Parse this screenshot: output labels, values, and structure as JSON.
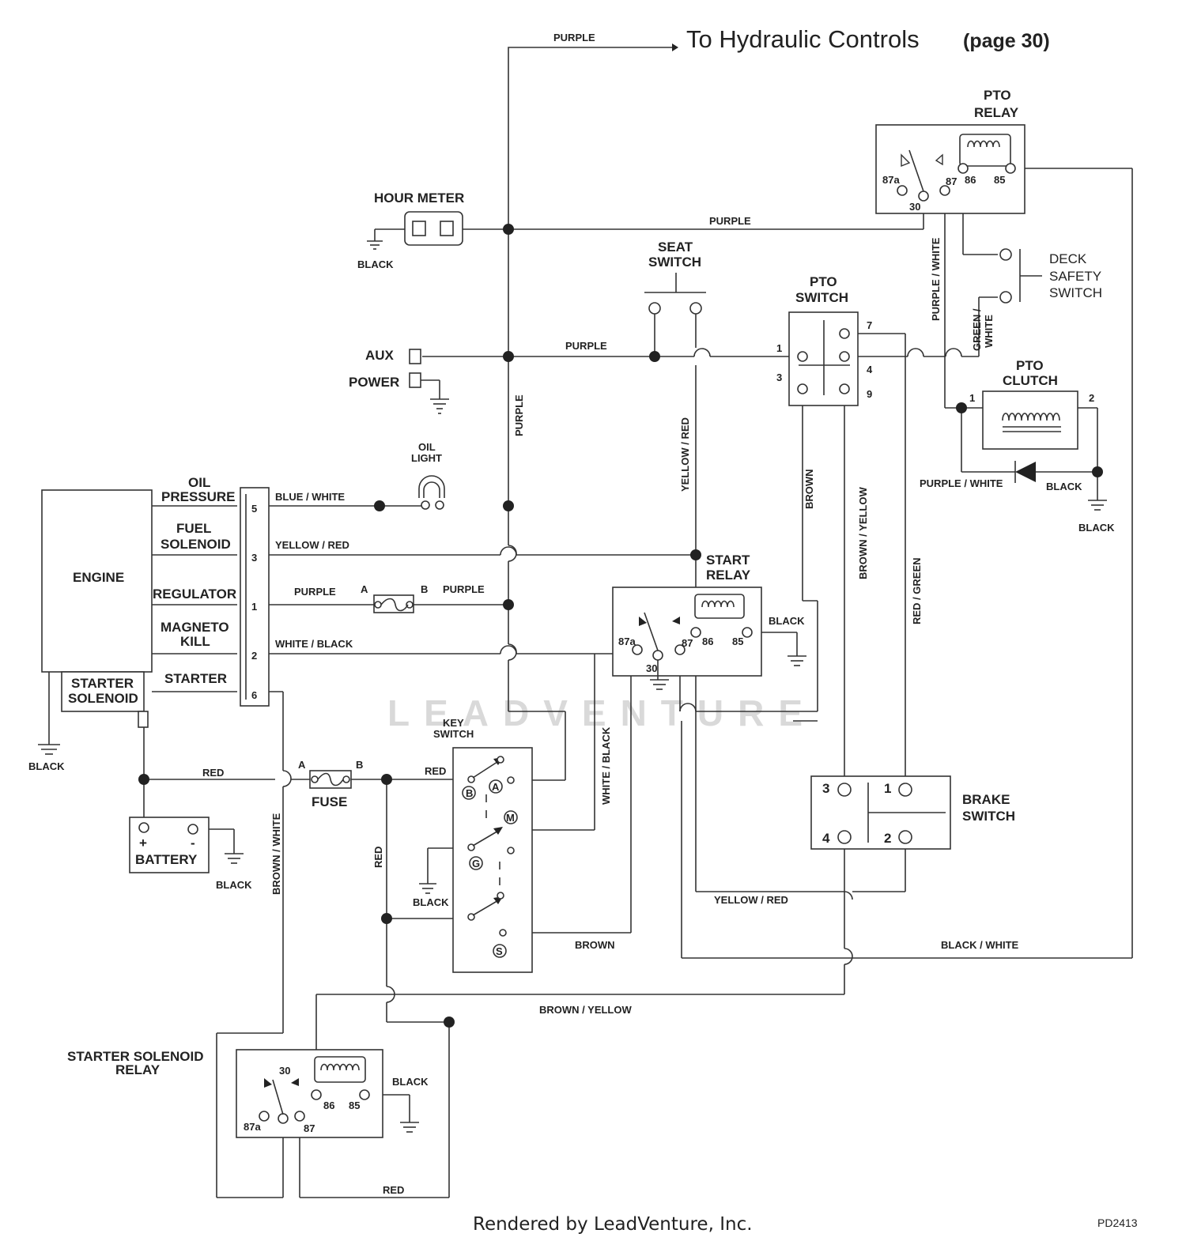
{
  "header": {
    "title": "To Hydraulic Controls",
    "page_ref": "(page 30)"
  },
  "components": {
    "hour_meter": "HOUR METER",
    "aux": "AUX",
    "power": "POWER",
    "oil_light_1": "OIL",
    "oil_light_2": "LIGHT",
    "seat_switch_1": "SEAT",
    "seat_switch_2": "SWITCH",
    "pto_switch_1": "PTO",
    "pto_switch_2": "SWITCH",
    "pto_relay_1": "PTO",
    "pto_relay_2": "RELAY",
    "deck_safety_1": "DECK",
    "deck_safety_2": "SAFETY",
    "deck_safety_3": "SWITCH",
    "pto_clutch_1": "PTO",
    "pto_clutch_2": "CLUTCH",
    "engine": "ENGINE",
    "starter_solenoid_1": "STARTER",
    "starter_solenoid_2": "SOLENOID",
    "start_relay_1": "START",
    "start_relay_2": "RELAY",
    "key_switch_1": "KEY",
    "key_switch_2": "SWITCH",
    "fuse": "FUSE",
    "battery": "BATTERY",
    "brake_switch_1": "BRAKE",
    "brake_switch_2": "SWITCH",
    "ssr_1": "STARTER SOLENOID",
    "ssr_2": "RELAY"
  },
  "engine_terminals": {
    "oil_pressure_1": "OIL",
    "oil_pressure_2": "PRESSURE",
    "fuel_solenoid_1": "FUEL",
    "fuel_solenoid_2": "SOLENOID",
    "regulator": "REGULATOR",
    "magneto_1": "MAGNETO",
    "magneto_2": "KILL",
    "starter": "STARTER",
    "pin_5": "5",
    "pin_3": "3",
    "pin_1": "1",
    "pin_2": "2",
    "pin_6": "6"
  },
  "wires": {
    "purple": "PURPLE",
    "black": "BLACK",
    "blue_white": "BLUE / WHITE",
    "yellow_red": "YELLOW / RED",
    "white_black": "WHITE / BLACK",
    "red": "RED",
    "brown": "BROWN",
    "brown_yellow": "BROWN / YELLOW",
    "brown_white": "BROWN / WHITE",
    "red_green": "RED / GREEN",
    "purple_white": "PURPLE / WHITE",
    "green_white_1": "GREEN /",
    "green_white_2": "WHITE",
    "black_white": "BLACK / WHITE"
  },
  "pins": {
    "p87a": "87a",
    "p30": "30",
    "p87": "87",
    "p86": "86",
    "p85": "85",
    "s1": "1",
    "s3": "3",
    "s7": "7",
    "s4": "4",
    "s9": "9",
    "b3": "3",
    "b1": "1",
    "b4": "4",
    "b2": "2",
    "c1": "1",
    "c2": "2",
    "fa": "A",
    "fb": "B",
    "plus": "+",
    "minus": "-",
    "k_b": "B",
    "k_a": "A",
    "k_m": "M",
    "k_g": "G",
    "k_s": "S"
  },
  "watermark": "LEADVENTURE",
  "footer": {
    "rendered_by": "Rendered by LeadVenture, Inc.",
    "code": "PD2413"
  }
}
